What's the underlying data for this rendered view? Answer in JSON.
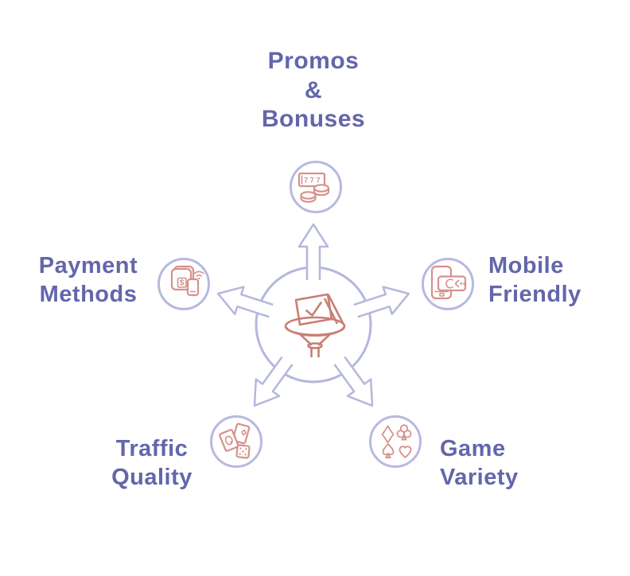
{
  "colors": {
    "background": "#ffffff",
    "label_text": "#6366ab",
    "node_ring": "#b7b9e0",
    "hub_outline": "#b4b7dd",
    "arrow_fill": "#ffffff",
    "node_icon": "#d6918c",
    "center_icon": "#c97e74"
  },
  "center": {
    "icon": "laptop-checkmark-pedestal-icon"
  },
  "nodes": [
    {
      "id": "promos-bonuses",
      "label_lines": [
        "Promos",
        "&",
        "Bonuses"
      ],
      "icon": "slot-machine-icon",
      "icon_text": "777"
    },
    {
      "id": "payment-methods",
      "label_lines": [
        "Payment",
        "Methods"
      ],
      "icon": "money-transfer-icon",
      "icon_text": "$"
    },
    {
      "id": "mobile-friendly",
      "label_lines": [
        "Mobile",
        "Friendly"
      ],
      "icon": "mobile-phone-icon"
    },
    {
      "id": "traffic-quality",
      "label_lines": [
        "Traffic",
        "Quality"
      ],
      "icon": "cards-and-die-icon"
    },
    {
      "id": "game-variety",
      "label_lines": [
        "Game",
        "Variety"
      ],
      "icon": "card-suits-icon"
    }
  ]
}
